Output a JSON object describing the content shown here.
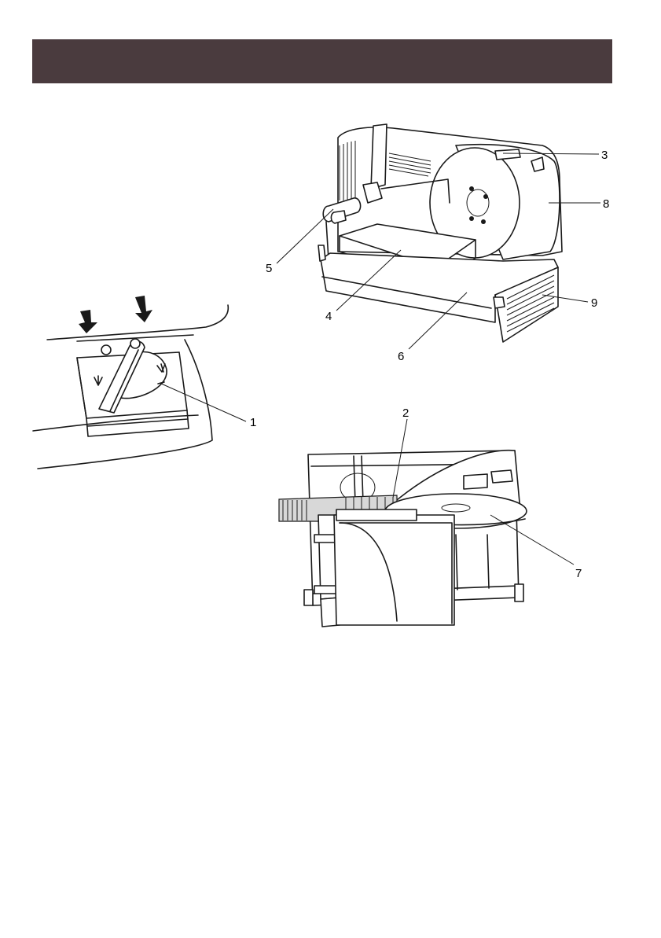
{
  "header": {
    "color": "#4a3b3e"
  },
  "callouts": {
    "c1": "1",
    "c2": "2",
    "c3": "3",
    "c4": "4",
    "c5": "5",
    "c6": "6",
    "c7": "7",
    "c8": "8",
    "c9": "9"
  },
  "figures": {
    "switch_detail": {
      "icon": "lock-switch-icon"
    },
    "slicer_perspective": {
      "icon": "food-slicer-icon"
    },
    "slicer_top_view": {
      "icon": "food-slicer-top-icon"
    }
  }
}
